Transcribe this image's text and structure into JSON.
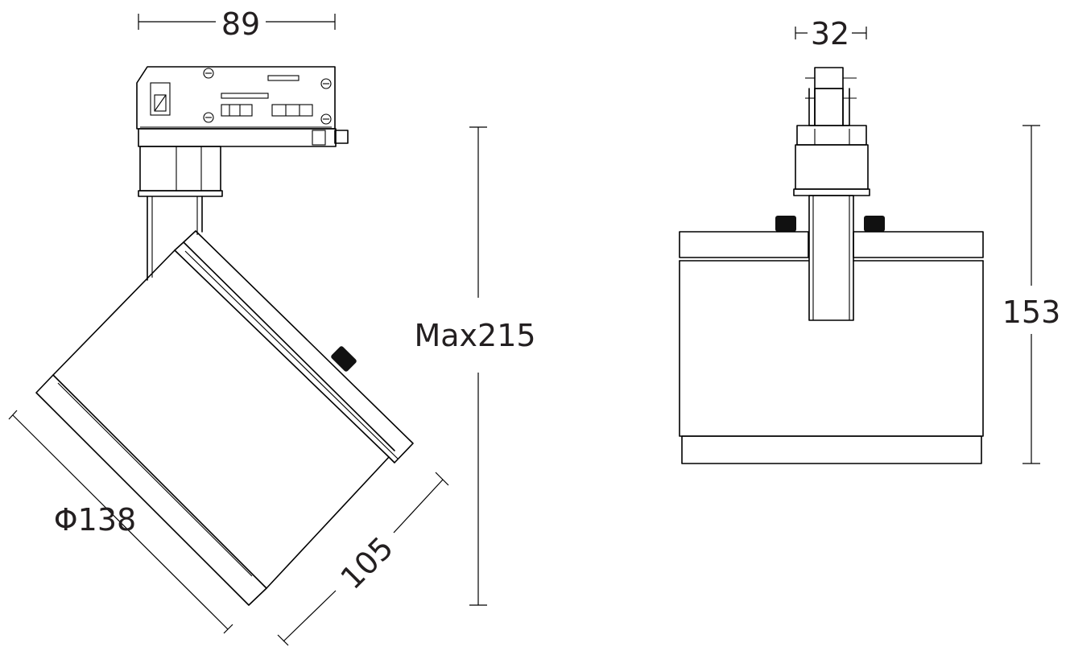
{
  "drawing": {
    "side_view": {
      "width_label": "89",
      "max_height_label": "Max215",
      "diameter_label": "Φ138",
      "length_label": "105"
    },
    "front_view": {
      "adapter_width_label": "32",
      "height_label": "153"
    }
  }
}
